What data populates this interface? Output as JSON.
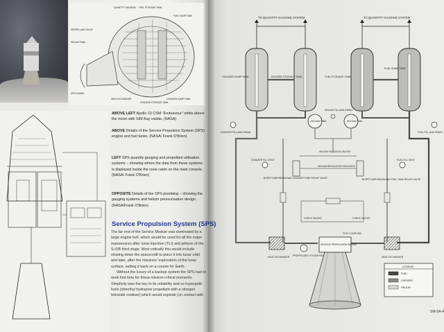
{
  "captions": [
    {
      "bold": "ABOVE LEFT",
      "text": "Apollo 10 CSM \"Endeavour\" orbits above the moon with SIM Bay visible.",
      "credit": "(NASA)"
    },
    {
      "bold": "ABOVE",
      "text": "Details of the Service Propulsion System (SPS) engine and fuel tanks.",
      "credit": "(NASA/ Frank O'Brien)"
    },
    {
      "bold": "LEFT",
      "text": "SPS quantity gauging and propellant utilisation systems – showing where the data from these systems is displayed inside the crew cabin on the main console.",
      "credit": "(NASA/ Frank O'Brien)"
    },
    {
      "bold": "OPPOSITE",
      "text": "Details of the SPS plumbing – showing the gauging systems and helium pressurisation design.",
      "credit": "(NASA/Frank O'Brien)"
    }
  ],
  "section_title": "Service Propulsion System (SPS)",
  "body_paragraphs": [
    "The far end of the Service Module was dominated by a large engine bell, which would be used for all the major manoeuvres after lunar injection (TLI) and jettison of the S-IVB third stage. Most critically this would include slowing down the spacecraft to place it into lunar orbit and later, after the missions' exploration of the lunar surface, setting it back on a course for Earth.",
    "Without the luxury of a backup system the SPS had to work first time for these mission-critical moments. Simplicity was the key to its reliability and so hypergolic fuels (dimethyl hydrazine propellant with a nitrogen tetroxide oxidiser) which would explode (on contact with"
  ],
  "engine_detail_labels": [
    "QUANTITY GAUGING",
    "FUEL STORAGE TANK",
    "PROPELLANT VALVE",
    "HELIUM TANK",
    "FUEL SUMP TANK",
    "OXIDIZER SUMP TANK",
    "OXIDIZER STORAGE TANK",
    "HEAT EXCHANGER",
    "SPS ENGINE"
  ],
  "schematic": {
    "top_labels": [
      "TO QUANTITY GAUGING SYSTEM",
      "TO QUANTITY GAUGING SYSTEM"
    ],
    "tanks": [
      "OXIDIZER SUMP TANK",
      "OXIDIZER STORAGE TANK",
      "FUEL STORAGE TANK",
      "FUEL SUMP TANK"
    ],
    "helium": [
      "HELIUM TANK",
      "HELIUM FILL AND DRAIN",
      "HELIUM TANK"
    ],
    "labels": {
      "ox_fill": "OXIDIZER FILL AND DRAIN",
      "fuel_fill": "FUEL FILL AND DRAIN",
      "ox_vent": "OXIDIZER FILL VENT",
      "fuel_vent": "FUEL FILL VENT",
      "iso": "HELIUM ISOLATION VALVES",
      "reg": "HELIUM REGULATOR PACKAGES",
      "burst_left": "BURST DIAPHRAGM AND OXIDIZER TANK RELIEF VALVE",
      "burst_right": "BURST DIAPHRAGM AND FUEL TANK RELIEF VALVE",
      "check_left": "CHECK VALVES",
      "check_right": "CHECK VALVES",
      "hx_left": "HEAT EXCHANGER",
      "hx_right": "HEAT EXCHANGER",
      "puv": "PROPELLANT UTILIZATION VALVE",
      "flex": "FLEX COUPLING",
      "engine": "SERVICE PROPULSION ENGINE"
    },
    "legend_title": "LEGEND",
    "legend": [
      {
        "label": "FUEL",
        "color": "#444444"
      },
      {
        "label": "OXIDIZER",
        "color": "#8a8a8a"
      },
      {
        "label": "HELIUM",
        "color": "#d8d8d8"
      }
    ]
  },
  "page_number": "SM-2A-4"
}
